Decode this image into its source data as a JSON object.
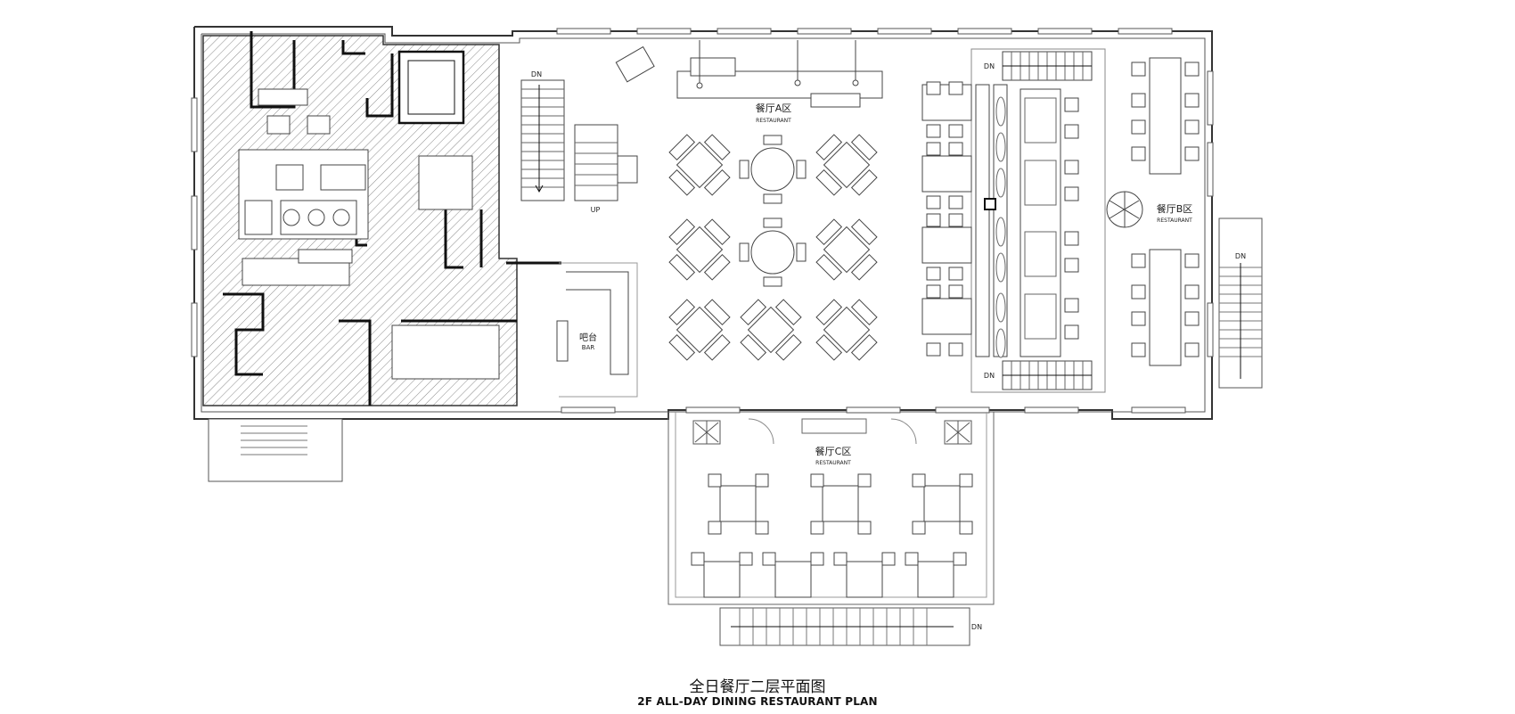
{
  "zones": {
    "restaurant_a": {
      "cn": "餐厅A区",
      "en": "RESTAURANT"
    },
    "restaurant_b": {
      "cn": "餐厅B区",
      "en": "RESTAURANT"
    },
    "restaurant_c": {
      "cn": "餐厅C区",
      "en": "RESTAURANT"
    },
    "bar": {
      "cn": "吧台",
      "en": "BAR"
    }
  },
  "stairs": {
    "main_dn": "DN",
    "main_up": "UP",
    "b_top_dn": "DN",
    "b_bottom_dn": "DN",
    "side_dn": "DN",
    "terrace_dn": "DN"
  },
  "caption": {
    "cn": "全日餐厅二层平面图",
    "en": "2F ALL-DAY DINING RESTAURANT PLAN"
  },
  "colors": {
    "line": "#333333",
    "light_line": "#999999",
    "hatch": "#8a8a8a"
  }
}
